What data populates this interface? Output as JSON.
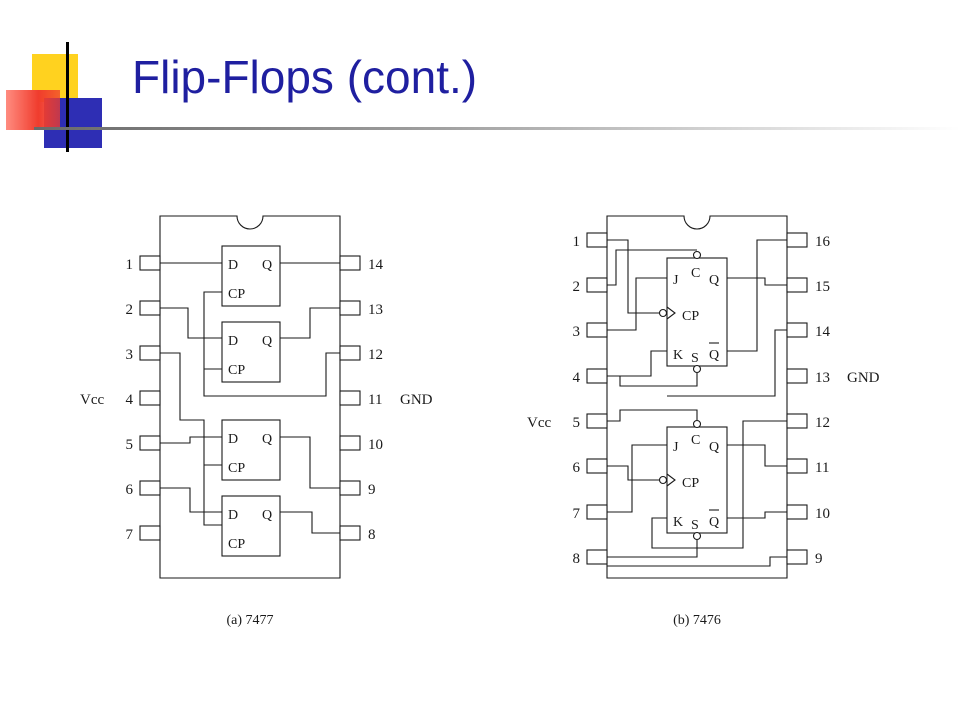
{
  "slide": {
    "title": "Flip-Flops (cont.)",
    "accent_colors": {
      "yellow": "#ffd21f",
      "red": "#f03c2d",
      "blue": "#2e2eb4",
      "title_color": "#1f1fa0"
    }
  },
  "chip_a": {
    "caption": "(a) 7477",
    "left_pins": [
      "1",
      "2",
      "3",
      "4",
      "5",
      "6",
      "7"
    ],
    "right_pins": [
      "14",
      "13",
      "12",
      "11",
      "10",
      "9",
      "8"
    ],
    "vcc_label": "Vcc",
    "gnd_label": "GND",
    "flipflops": [
      {
        "d": "D",
        "q": "Q",
        "cp": "CP"
      },
      {
        "d": "D",
        "q": "Q",
        "cp": "CP"
      },
      {
        "d": "D",
        "q": "Q",
        "cp": "CP"
      },
      {
        "d": "D",
        "q": "Q",
        "cp": "CP"
      }
    ]
  },
  "chip_b": {
    "caption": "(b) 7476",
    "left_pins": [
      "1",
      "2",
      "3",
      "4",
      "5",
      "6",
      "7",
      "8"
    ],
    "right_pins": [
      "16",
      "15",
      "14",
      "13",
      "12",
      "11",
      "10",
      "9"
    ],
    "vcc_label": "Vcc",
    "gnd_label": "GND",
    "flipflops": [
      {
        "j": "J",
        "k": "K",
        "c": "C",
        "s": "S",
        "q": "Q",
        "qbar": "Q",
        "cp": "CP"
      },
      {
        "j": "J",
        "k": "K",
        "c": "C",
        "s": "S",
        "q": "Q",
        "qbar": "Q",
        "cp": "CP"
      }
    ]
  }
}
